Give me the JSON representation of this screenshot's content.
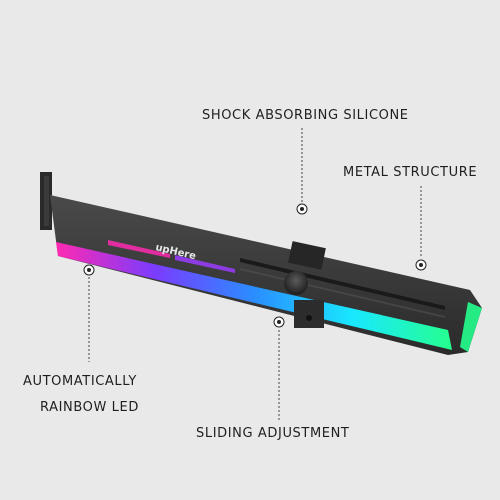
{
  "product": {
    "brand": "upHere",
    "accent_colors": [
      "#ff2ab1",
      "#7a3cff",
      "#2a8dff",
      "#19e8ff",
      "#25ff8e"
    ]
  },
  "annotations": {
    "shock_absorbing": "SHOCK ABSORBING SILICONE",
    "metal_structure": "METAL STRUCTURE",
    "auto_rainbow_line1": "AUTOMATICALLY",
    "auto_rainbow_line2": "RAINBOW LED",
    "sliding_adjustment": "SLIDING ADJUSTMENT"
  }
}
